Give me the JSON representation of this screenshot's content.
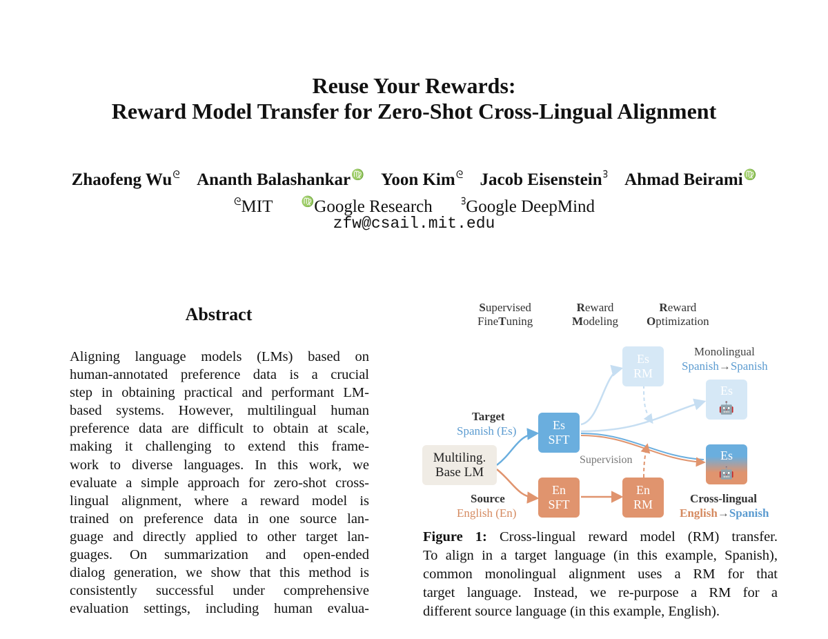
{
  "paper": {
    "title_line1": "Reuse Your Rewards:",
    "title_line2": "Reward Model Transfer for Zero-Shot Cross-Lingual Alignment",
    "authors": [
      {
        "name": "Zhaofeng Wu",
        "mark": "ᘓ"
      },
      {
        "name": "Ananth Balashankar",
        "mark": "♍"
      },
      {
        "name": "Yoon Kim",
        "mark": "ᘓ"
      },
      {
        "name": "Jacob Eisenstein",
        "mark": "ᢃ"
      },
      {
        "name": "Ahmad Beirami",
        "mark": "♍"
      }
    ],
    "affiliations": [
      {
        "mark": "ᘓ",
        "name": "MIT"
      },
      {
        "mark": "♍",
        "name": "Google Research"
      },
      {
        "mark": "ᢃ",
        "name": "Google DeepMind"
      }
    ],
    "email": "zfw@csail.mit.edu"
  },
  "abstract": {
    "heading": "Abstract",
    "lines": [
      "Aligning language models (LMs) based on",
      "human-annotated preference data is a crucial",
      "step in obtaining practical and performant LM-",
      "based systems. However, multilingual human",
      "preference data are difficult to obtain at scale,",
      "making it challenging to extend this frame-",
      "work to diverse languages. In this work, we",
      "evaluate a simple approach for zero-shot cross-",
      "lingual alignment, where a reward model is",
      "trained on preference data in one source lan-",
      "guage and directly applied to other target lan-",
      "guages. On summarization and open-ended",
      "dialog generation, we show that this method is",
      "consistently successful under comprehensive",
      "evaluation settings, including human evalua-"
    ]
  },
  "figure": {
    "stages": {
      "sft": {
        "l1_cap": "S",
        "l1_rest": "upervised",
        "l2_a": "Fine",
        "l2_b": "T",
        "l2_c": "uning"
      },
      "rm": {
        "l1_cap": "R",
        "l1_rest": "eward",
        "l2_cap": "M",
        "l2_rest": "odeling"
      },
      "ro": {
        "l1_cap": "R",
        "l1_rest": "eward",
        "l2_cap": "O",
        "l2_rest": "ptimization"
      }
    },
    "base_box": {
      "line1": "Multiling.",
      "line2": "Base LM"
    },
    "es_sft": {
      "line1": "Es",
      "line2": "SFT"
    },
    "en_sft": {
      "line1": "En",
      "line2": "SFT"
    },
    "es_rm": {
      "line1": "Es",
      "line2": "RM"
    },
    "en_rm": {
      "line1": "En",
      "line2": "RM"
    },
    "es_mono": {
      "line1": "Es"
    },
    "es_cross": {
      "line1": "Es"
    },
    "target_label": "Target",
    "target_lang": "Spanish (Es)",
    "source_label": "Source",
    "source_lang": "English (En)",
    "supervision": "Supervision",
    "mono_label": "Monolingual",
    "mono_from": "Spanish",
    "mono_arrow": "→",
    "mono_to": "Spanish",
    "cross_label": "Cross-lingual",
    "cross_from": "English",
    "cross_arrow": "→",
    "cross_to": "Spanish",
    "colors": {
      "blue": "#6aaede",
      "light_blue": "#cfe3f4",
      "orange": "#e0946e",
      "base": "#f0ece5"
    },
    "robot_icon": "robot-icon",
    "caption": {
      "label": "Figure 1:",
      "line1_rest": "Cross-lingual reward model (RM) transfer.",
      "lines": [
        "To align in a target language (in this example, Spanish),",
        "common monolingual alignment uses a RM for that",
        "target language. Instead, we re-purpose a RM for a",
        "different source language (in this example, English)."
      ]
    }
  }
}
